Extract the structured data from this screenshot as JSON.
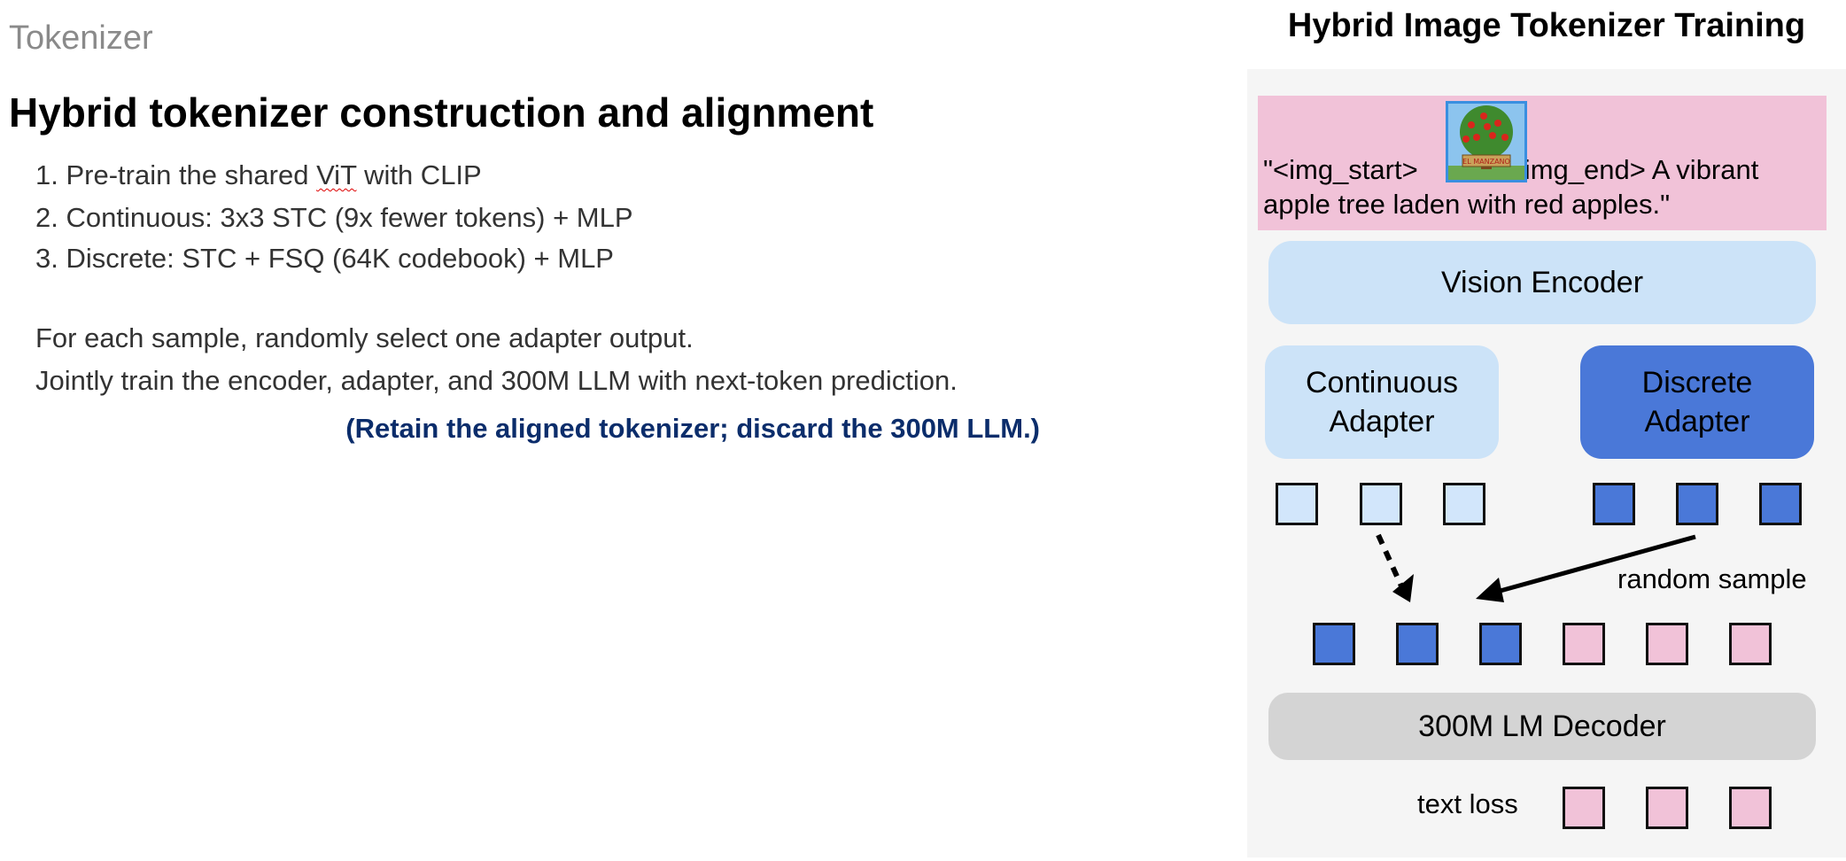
{
  "header": {
    "section": "Tokenizer",
    "title": "Hybrid tokenizer construction and alignment"
  },
  "steps": [
    {
      "prefix": "1. Pre-train the shared ",
      "term": "ViT",
      "suffix": " with CLIP"
    },
    {
      "text": "2. Continuous: 3x3 STC (9x fewer tokens) + MLP"
    },
    {
      "text": "3. Discrete: STC + FSQ (64K codebook) + MLP"
    }
  ],
  "description": [
    "For each sample, randomly select one adapter output.",
    "Jointly train the encoder, adapter, and 300M LLM with next-token prediction."
  ],
  "note": "(Retain the aligned tokenizer; discard the 300M LLM.)",
  "diagram": {
    "title": "Hybrid Image Tokenizer Training",
    "caption": {
      "img_start": "\"<img_start>",
      "rest": "<img_end> A vibrant apple tree laden with red apples.\""
    },
    "sample_image": {
      "sign_text": "EL MANZANO",
      "icon": "apple-tree-image"
    },
    "vision_encoder": "Vision Encoder",
    "continuous_adapter": "Continuous\nAdapter",
    "discrete_adapter": "Discrete\nAdapter",
    "random_sample": "random sample",
    "lm_decoder": "300M LM Decoder",
    "text_loss": "text loss",
    "colors": {
      "continuous": "#d2e6fb",
      "discrete": "#4a78d8",
      "text_token": "#f1c2d8",
      "decoder": "#d4d4d4",
      "note": "#0b2d6b"
    }
  }
}
